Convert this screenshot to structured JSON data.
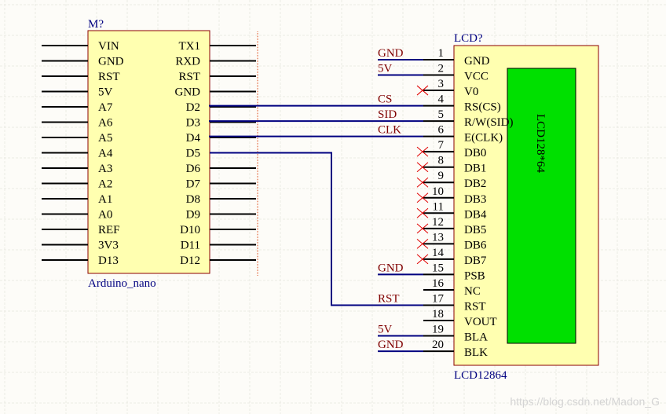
{
  "arduino": {
    "designator": "M?",
    "name": "Arduino_nano",
    "left_pins": [
      "VIN",
      "GND",
      "RST",
      "5V",
      "A7",
      "A6",
      "A5",
      "A4",
      "A3",
      "A2",
      "A1",
      "A0",
      "REF",
      "3V3",
      "D13"
    ],
    "right_pins": [
      "TX1",
      "RXD",
      "RST",
      "GND",
      "D2",
      "D3",
      "D4",
      "D5",
      "D6",
      "D7",
      "D8",
      "D9",
      "D10",
      "D11",
      "D12"
    ]
  },
  "lcd": {
    "designator": "LCD?",
    "name": "LCD12864",
    "screen_label": "LCD128*64",
    "pins": [
      {
        "num": "1",
        "name": "GND",
        "net": "GND"
      },
      {
        "num": "2",
        "name": "VCC",
        "net": "5V"
      },
      {
        "num": "3",
        "name": "V0",
        "nc": true
      },
      {
        "num": "4",
        "name": "RS(CS)",
        "net": "CS"
      },
      {
        "num": "5",
        "name": "R/W(SID)",
        "net": "SID"
      },
      {
        "num": "6",
        "name": "E(CLK)",
        "net": "CLK"
      },
      {
        "num": "7",
        "name": "DB0",
        "nc": true
      },
      {
        "num": "8",
        "name": "DB1",
        "nc": true
      },
      {
        "num": "9",
        "name": "DB2",
        "nc": true
      },
      {
        "num": "10",
        "name": "DB3",
        "nc": true
      },
      {
        "num": "11",
        "name": "DB4",
        "nc": true
      },
      {
        "num": "12",
        "name": "DB5",
        "nc": true
      },
      {
        "num": "13",
        "name": "DB6",
        "nc": true
      },
      {
        "num": "14",
        "name": "DB7",
        "nc": true
      },
      {
        "num": "15",
        "name": "PSB",
        "net": "GND"
      },
      {
        "num": "16",
        "name": "NC"
      },
      {
        "num": "17",
        "name": "RST",
        "net": "RST"
      },
      {
        "num": "18",
        "name": "VOUT"
      },
      {
        "num": "19",
        "name": "BLA",
        "net": "5V"
      },
      {
        "num": "20",
        "name": "BLK",
        "net": "GND"
      }
    ]
  },
  "colors": {
    "component_fill": "#ffffb0",
    "component_border": "#8b0000",
    "wire": "#000080",
    "net_label": "#800000",
    "designator": "#000080",
    "screen": "#00e000"
  },
  "watermark": "https://blog.csdn.net/Madon_G"
}
